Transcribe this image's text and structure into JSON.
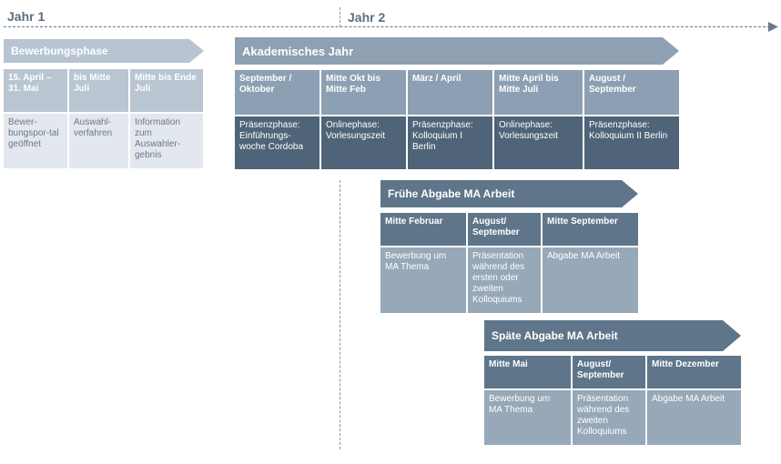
{
  "years": {
    "year1": "Jahr 1",
    "year2": "Jahr 2"
  },
  "bewerbung": {
    "title": "Bewerbungsphase",
    "headers": [
      "15. April – 31. Mai",
      "bis Mitte Juli",
      "Mitte bis Ende Juli"
    ],
    "cells": [
      "Bewer-bungspor-tal geöffnet",
      "Auswahl-verfahren",
      "Information zum Auswahler-gebnis"
    ]
  },
  "akademisch": {
    "title": "Akademisches Jahr",
    "headers": [
      "September / Oktober",
      "Mitte Okt bis Mitte Feb",
      "März / April",
      "Mitte April bis Mitte Juli",
      "August / September"
    ],
    "cells": [
      "Präsenzphase: Einführungs-woche Cordoba",
      "Onlinephase: Vorlesungszeit",
      "Präsenzphase: Kolloquium I Berlin",
      "Onlinephase: Vorlesungszeit",
      "Präsenzphase: Kolloquium II Berlin"
    ]
  },
  "frueh": {
    "title": "Frühe Abgabe MA Arbeit",
    "headers": [
      "Mitte Februar",
      "August/ September",
      "Mitte September"
    ],
    "cells": [
      "Bewerbung um MA Thema",
      "Präsentation während des ersten oder zweiten Kolloquiums",
      "Abgabe MA Arbeit"
    ]
  },
  "spaet": {
    "title": "Späte Abgabe MA Arbeit",
    "headers": [
      "Mitte Mai",
      "August/ September",
      "Mitte Dezember"
    ],
    "cells": [
      "Bewerbung um MA Thema",
      "Präsentation während des zweiten Kolloquiums",
      "Abgabe MA Arbeit"
    ]
  },
  "colors": {
    "arrow_light": "#b7c4d1",
    "arrow_dark": "#5f7589",
    "header_mid": "#8da0b3",
    "cell_dark": "#4f6478"
  }
}
